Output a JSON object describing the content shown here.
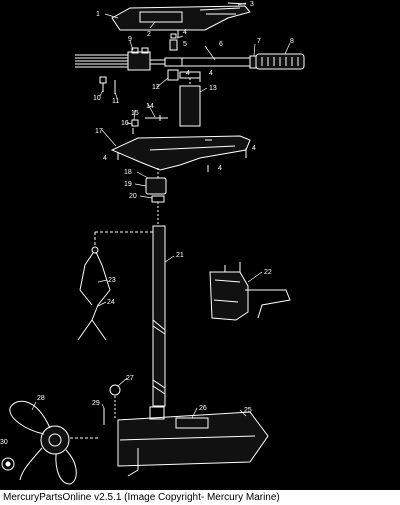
{
  "diagram": {
    "callouts": {
      "c1": "1",
      "c2": "2",
      "c3": "3",
      "c4a": "4",
      "c4b": "4",
      "c4c": "4",
      "c4d": "4",
      "c4e": "4",
      "c4f": "4",
      "c5": "5",
      "c6": "6",
      "c7": "7",
      "c8": "8",
      "c9": "9",
      "c10": "10",
      "c11": "11",
      "c12": "12",
      "c13": "13",
      "c14": "14",
      "c15": "15",
      "c16": "16",
      "c17": "17",
      "c18": "18",
      "c19": "19",
      "c20": "20",
      "c21": "21",
      "c22": "22",
      "c23": "23",
      "c24": "24",
      "c25": "25",
      "c26": "26",
      "c27": "27",
      "c28": "28",
      "c29": "29",
      "c30": "30"
    }
  },
  "footer": {
    "caption": "MercuryPartsOnline v2.5.1 (Image Copyright- Mercury Marine)"
  },
  "colors": {
    "background": "#000000",
    "linework": "#ffffff",
    "caption_bg": "#ffffff",
    "caption_text": "#000000"
  }
}
